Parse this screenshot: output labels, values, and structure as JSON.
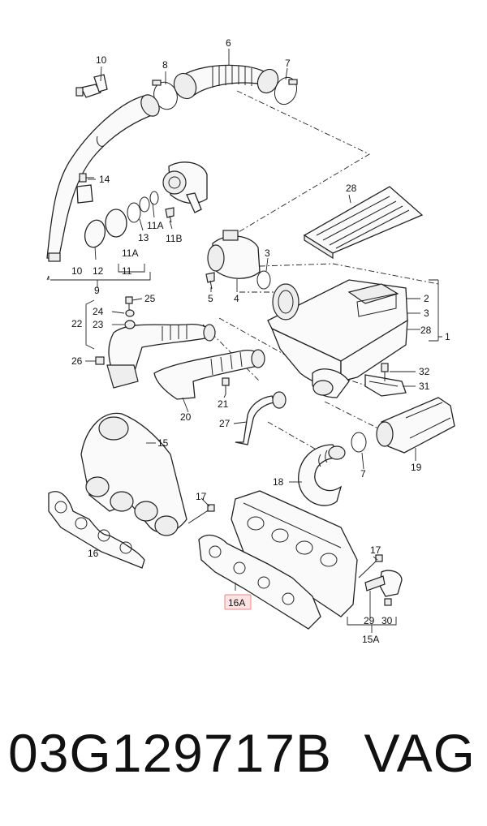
{
  "labels": {
    "l1": "1",
    "l2": "2",
    "l3a": "3",
    "l3b": "3",
    "l4": "4",
    "l5": "5",
    "l6": "6",
    "l7a": "7",
    "l7b": "7",
    "l8": "8",
    "l9": "9",
    "l10a": "10",
    "l10b": "10",
    "l11": "11",
    "l11a_top": "11A",
    "l11a_bot": "11A",
    "l11b": "11B",
    "l12": "12",
    "l13": "13",
    "l14": "14",
    "l15": "15",
    "l15a": "15A",
    "l16": "16",
    "l16a": "16A",
    "l17a": "17",
    "l17b": "17",
    "l18": "18",
    "l19": "19",
    "l20": "20",
    "l21": "21",
    "l22": "22",
    "l23": "23",
    "l24": "24",
    "l25": "25",
    "l26": "26",
    "l27": "27",
    "l28a": "28",
    "l28b": "28",
    "l29": "29",
    "l30": "30",
    "l31": "31",
    "l32": "32"
  },
  "footer": {
    "part_number": "03G129717B",
    "brand": "VAG"
  }
}
